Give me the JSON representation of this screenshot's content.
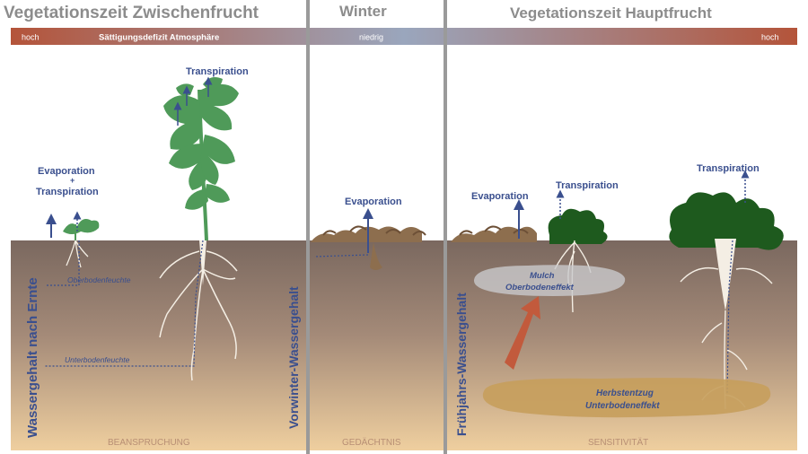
{
  "headers": {
    "left": "Vegetationszeit Zwischenfrucht",
    "middle": "Winter",
    "right": "Vegetationszeit Hauptfrucht"
  },
  "gradient_bar": {
    "left_end": "hoch",
    "title": "Sättigungsdefizit Atmosphäre",
    "center": "niedrig",
    "right_end": "hoch",
    "colors": {
      "high": "#b4543a",
      "low": "#9aa6bd"
    }
  },
  "labels": {
    "transpiration_left": "Transpiration",
    "evaporation_left": "Evaporation",
    "plus": "+",
    "transpiration_left2": "Transpiration",
    "evaporation_winter": "Evaporation",
    "evaporation_right": "Evaporation",
    "transpiration_right_small": "Transpiration",
    "transpiration_right_big": "Transpiration",
    "oberbodenfeuchte": "Oberbodenfeuchte",
    "unterbodenfeuchte": "Unterbodenfeuchte",
    "mulch_line1": "Mulch",
    "mulch_line2": "Oberbodeneffekt",
    "herbst_line1": "Herbstentzug",
    "herbst_line2": "Unterbodeneffekt"
  },
  "vertical_labels": {
    "left": "Wassergehalt nach Ernte",
    "middle": "Vorwinter-Wassergehalt",
    "right": "Frühjahrs-Wassergehalt"
  },
  "footers": {
    "left": "BEANSPRUCHUNG",
    "middle": "GEDÄCHTNIS",
    "right": "SENSITIVITÄT"
  },
  "colors": {
    "soil_top": "#7e6c62",
    "soil_bottom": "#e9c99c",
    "text_blue": "#3a4f8e",
    "leaf_green": "#4f9a59",
    "dark_green": "#1e5a1e",
    "divider": "#9a9a9a",
    "arrow_red": "#c25a3c"
  }
}
